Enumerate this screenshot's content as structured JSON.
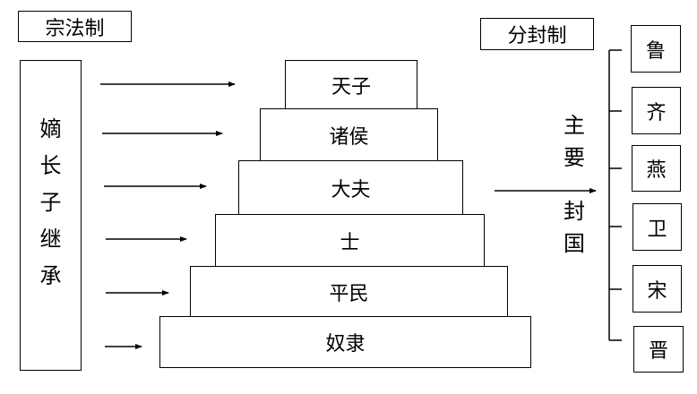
{
  "left_title": "宗法制",
  "right_title": "分封制",
  "vertical_label": [
    "嫡",
    "长",
    "子",
    "继",
    "承"
  ],
  "tiers": [
    "天子",
    "诸侯",
    "大夫",
    "士",
    "平民",
    "奴隶"
  ],
  "main_label": [
    "主",
    "要",
    "封",
    "国"
  ],
  "states": [
    "鲁",
    "齐",
    "燕",
    "卫",
    "宋",
    "晋"
  ]
}
